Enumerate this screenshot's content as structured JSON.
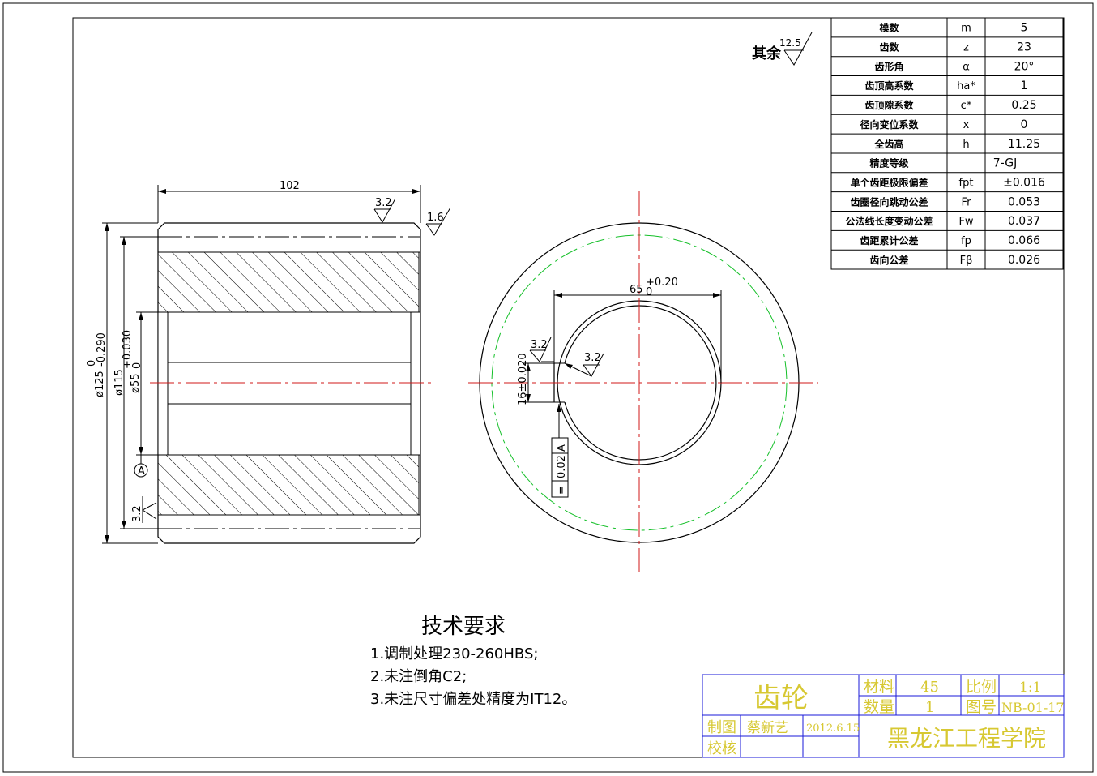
{
  "roughness_other": {
    "label": "其余",
    "value": "12.5"
  },
  "param_table": {
    "rows": [
      {
        "name": "模数",
        "symbol": "m",
        "value": "5"
      },
      {
        "name": "齿数",
        "symbol": "z",
        "value": "23"
      },
      {
        "name": "齿形角",
        "symbol": "α",
        "value": "20°"
      },
      {
        "name": "齿顶高系数",
        "symbol": "ha*",
        "value": "1"
      },
      {
        "name": "齿顶隙系数",
        "symbol": "c*",
        "value": "0.25"
      },
      {
        "name": "径向变位系数",
        "symbol": "x",
        "value": "0"
      },
      {
        "name": "全齿高",
        "symbol": "h",
        "value": "11.25"
      },
      {
        "name": "精度等级",
        "symbol": "",
        "value": "7-GJ"
      },
      {
        "name": "单个齿距极限偏差",
        "symbol": "fpt",
        "value": "±0.016"
      },
      {
        "name": "齿圈径向跳动公差",
        "symbol": "Fr",
        "value": "0.053"
      },
      {
        "name": "公法线长度变动公差",
        "symbol": "Fw",
        "value": "0.037"
      },
      {
        "name": "齿距累计公差",
        "symbol": "fp",
        "value": "0.066"
      },
      {
        "name": "齿向公差",
        "symbol": "Fβ",
        "value": "0.026"
      }
    ]
  },
  "side_view": {
    "width_dim": "102",
    "roughness_top": "3.2",
    "roughness_chamfer": "1.6",
    "roughness_bottom": "3.2",
    "dia_outer": {
      "base": "ø125",
      "upper": "0",
      "lower": "-0.290"
    },
    "dia_root": "ø115",
    "dia_bore": {
      "base": "ø55",
      "upper": "+0.030",
      "lower": "0"
    },
    "datum": "A"
  },
  "front_view": {
    "keyway_width": {
      "base": "65",
      "upper": "+0.20",
      "lower": "0"
    },
    "keyway_height": "16±0.020",
    "roughness_1": "3.2",
    "roughness_2": "3.2",
    "tolerance_frame": {
      "symbol": "=",
      "value": "0.02",
      "datum": "A"
    }
  },
  "tech_requirements": {
    "title": "技术要求",
    "items": [
      "1.调制处理230-260HBS;",
      "2.未注倒角C2;",
      "3.未注尺寸偏差处精度为IT12。"
    ]
  },
  "title_block": {
    "part_name": "齿轮",
    "material_label": "材料",
    "material": "45",
    "scale_label": "比例",
    "scale": "1:1",
    "qty_label": "数量",
    "qty": "1",
    "drawing_no_label": "图号",
    "drawing_no": "NB-01-17",
    "drawn_label": "制图",
    "drawn_by": "蔡新艺",
    "date": "2012.6.15",
    "checked_label": "校核",
    "school": "黑龙江工程学院"
  },
  "colors": {
    "centerline": "#d01818",
    "pitch_circle": "#16c02a",
    "title_block": "#1a1ad8",
    "title_text": "#d7c832"
  }
}
